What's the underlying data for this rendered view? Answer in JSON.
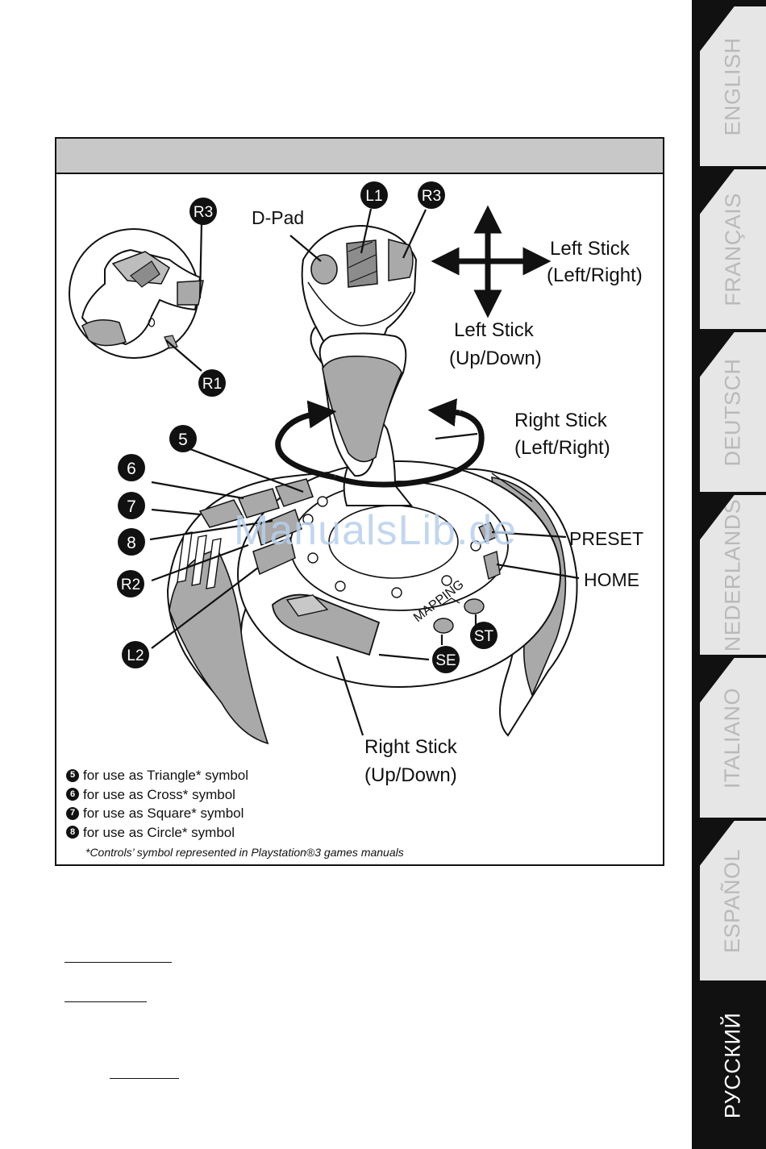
{
  "language_tabs": [
    {
      "label": "ENGLISH",
      "active": false
    },
    {
      "label": "FRANÇAIS",
      "active": false
    },
    {
      "label": "DEUTSCH",
      "active": false
    },
    {
      "label": "NEDERLANDS",
      "active": false
    },
    {
      "label": "ITALIANO",
      "active": false
    },
    {
      "label": "ESPAÑOL",
      "active": false
    },
    {
      "label": "РУССКИЙ",
      "active": true
    }
  ],
  "diagram": {
    "badges": {
      "r3_inset": "R3",
      "r1": "R1",
      "l1": "L1",
      "r3_top": "R3",
      "b5": "5",
      "b6": "6",
      "b7": "7",
      "b8": "8",
      "r2": "R2",
      "l2": "L2",
      "se": "SE",
      "st": "ST"
    },
    "labels": {
      "dpad": "D-Pad",
      "left_stick_lr_1": "Left Stick",
      "left_stick_lr_2": "(Left/Right)",
      "left_stick_ud_1": "Left Stick",
      "left_stick_ud_2": "(Up/Down)",
      "right_stick_lr_1": "Right Stick",
      "right_stick_lr_2": "(Left/Right)",
      "preset": "PRESET",
      "home": "HOME",
      "mapping": "MAPPING",
      "right_stick_ud_1": "Right Stick",
      "right_stick_ud_2": "(Up/Down)"
    }
  },
  "legend": {
    "items": [
      {
        "num": "5",
        "text": "for use as Triangle* symbol"
      },
      {
        "num": "6",
        "text": "for use as Cross* symbol"
      },
      {
        "num": "7",
        "text": "for use as Square* symbol"
      },
      {
        "num": "8",
        "text": "for use as Circle* symbol"
      }
    ],
    "footnote": "*Controls’ symbol represented in Playstation®3 games manuals"
  },
  "watermark": "ManualsLib.de",
  "colors": {
    "ink": "#111111",
    "gray_fill": "#a9a9a9",
    "header_gray": "#c8c8c8",
    "tab_gray": "#e6e6e6",
    "tab_text": "#b9b9b9"
  }
}
